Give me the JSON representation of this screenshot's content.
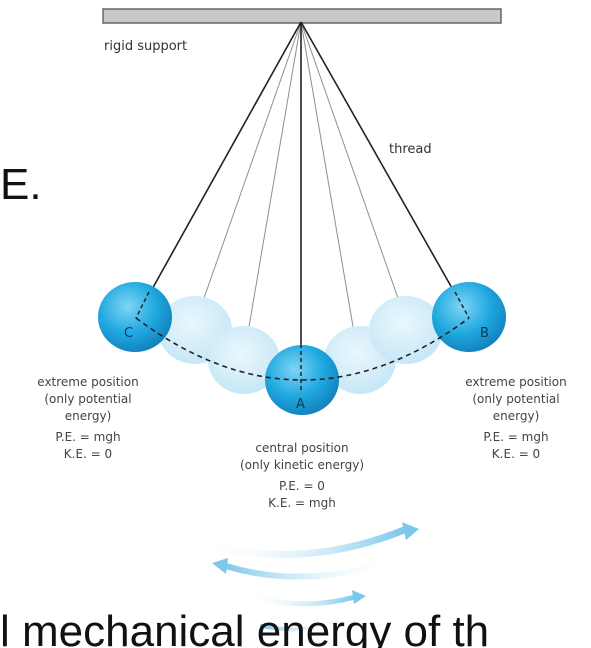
{
  "labels": {
    "support": "rigid support",
    "thread": "thread",
    "ball_a": "A",
    "ball_b": "B",
    "ball_c": "C"
  },
  "left_text": {
    "line1": "extreme position",
    "line2": "(only potential",
    "line3": "energy)",
    "line4": "P.E. = mgh",
    "line5": "K.E. = 0"
  },
  "center_text": {
    "line1": "central position",
    "line2": "(only kinetic energy)",
    "line3": "P.E. = 0",
    "line4": "K.E. = mgh"
  },
  "right_text": {
    "line1": "extreme position",
    "line2": "(only potential",
    "line3": "energy)",
    "line4": "P.E. = mgh",
    "line5": "K.E. = 0"
  },
  "background_text": {
    "fragment_top": "E.",
    "fragment_bottom": "l mechanical energy of th"
  },
  "colors": {
    "bob": "#1fa8e0",
    "bob_faded": "#cdeaf7",
    "thread": "#222222",
    "swing_arrows": "#9ad3ef"
  }
}
